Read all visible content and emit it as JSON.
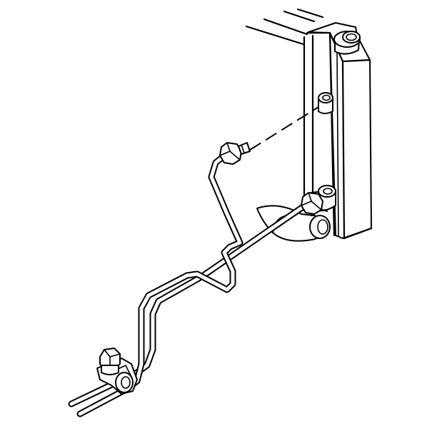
{
  "diagram": {
    "parts": [
      {
        "id": "radiator",
        "label": ""
      },
      {
        "id": "radiator-filler-neck",
        "label": ""
      },
      {
        "id": "upper-cooler-fitting",
        "label": ""
      },
      {
        "id": "lower-cooler-fitting",
        "label": ""
      },
      {
        "id": "radiator-outlet-hose",
        "label": ""
      },
      {
        "id": "upper-cooler-line",
        "label": ""
      },
      {
        "id": "lower-cooler-line",
        "label": ""
      },
      {
        "id": "upper-line-nut",
        "label": ""
      },
      {
        "id": "lower-line-nut",
        "label": ""
      },
      {
        "id": "line-clip",
        "label": ""
      },
      {
        "id": "clip-bolt",
        "label": ""
      }
    ],
    "colors": {
      "stroke": "#000000",
      "background": "#ffffff"
    }
  }
}
